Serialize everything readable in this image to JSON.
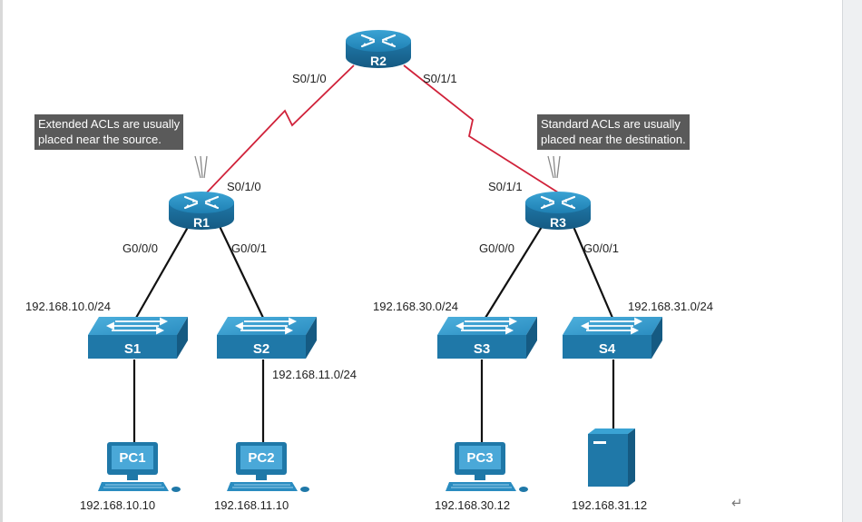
{
  "notes": {
    "extended": [
      "Extended ACLs are usually",
      "placed near the source."
    ],
    "standard": [
      "Standard ACLs are usually",
      "placed near the destination."
    ]
  },
  "routers": {
    "r2": "R2",
    "r1": "R1",
    "r3": "R3"
  },
  "switches": {
    "s1": "S1",
    "s2": "S2",
    "s3": "S3",
    "s4": "S4"
  },
  "hosts": {
    "pc1": "PC1",
    "pc2": "PC2",
    "pc3": "PC3"
  },
  "interfaces": {
    "r2_left": "S0/1/0",
    "r2_right": "S0/1/1",
    "r1_serial": "S0/1/0",
    "r3_serial": "S0/1/1",
    "r1_g0": "G0/0/0",
    "r1_g1": "G0/0/1",
    "r3_g0": "G0/0/0",
    "r3_g1": "G0/0/1"
  },
  "networks": {
    "net10": "192.168.10.0/24",
    "net11": "192.168.11.0/24",
    "net30": "192.168.30.0/24",
    "net31": "192.168.31.0/24"
  },
  "addresses": {
    "pc1": "192.168.10.10",
    "pc2": "192.168.11.10",
    "pc3": "192.168.30.12",
    "server": "192.168.31.12"
  },
  "return_symbol": "↵",
  "colors": {
    "device_blue": "#1f78a8",
    "device_top": "#2f93c6",
    "serial_link": "#d0223a",
    "ethernet_link": "#111111",
    "note_bg": "#5a5a5a"
  }
}
